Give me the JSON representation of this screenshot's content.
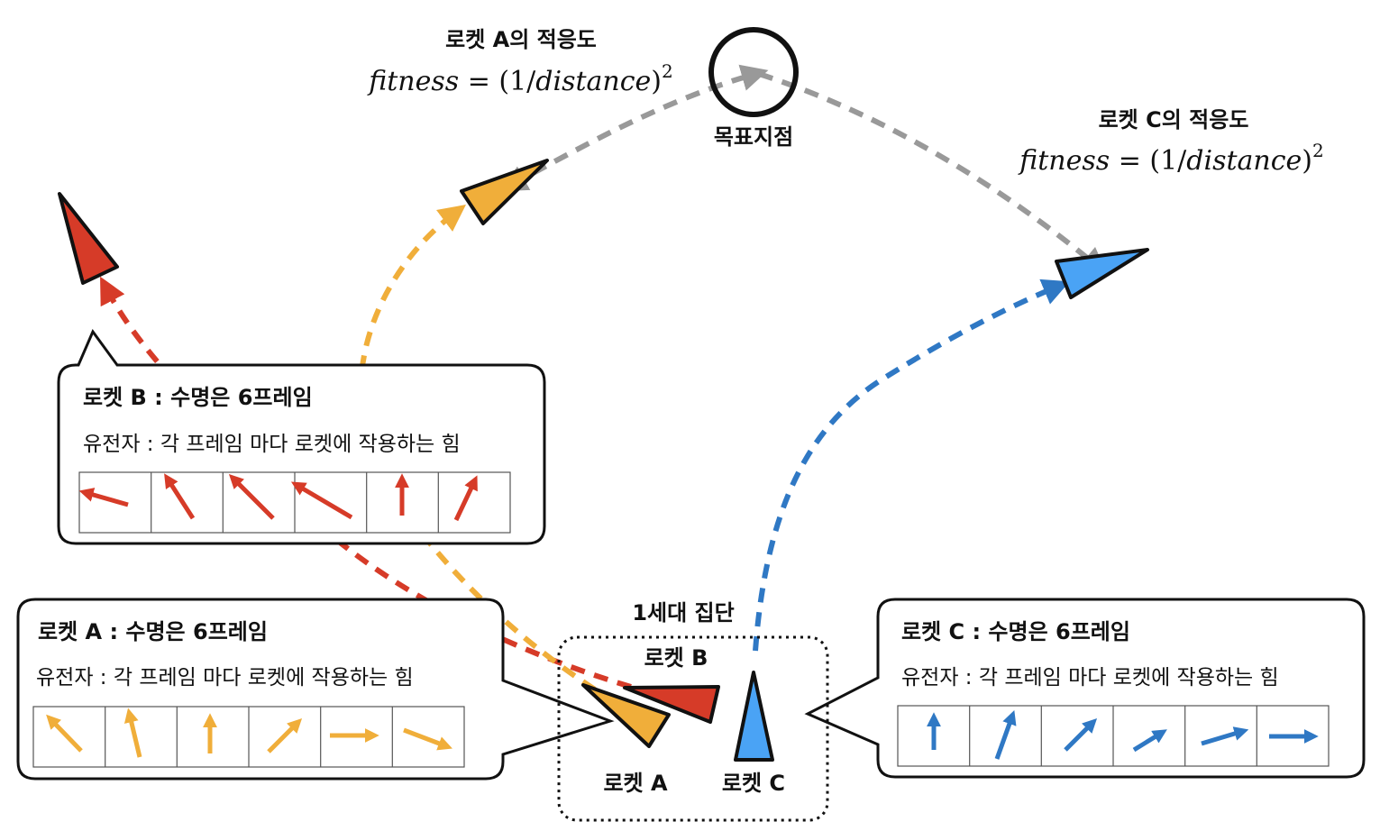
{
  "target": {
    "label": "목표지점",
    "fitness_a_title": "로켓 A의 적응도",
    "fitness_c_title": "로켓 C의 적응도",
    "formula": {
      "var": "fitness",
      "eq": " = (1/",
      "dist": "distance",
      "close": ")",
      "exp": "2"
    }
  },
  "population": {
    "title": "1세대 집단",
    "rocket_a_label": "로켓  A",
    "rocket_b_label": "로켓  B",
    "rocket_c_label": "로켓  C"
  },
  "callouts": {
    "b": {
      "title": "로켓 B : 수명은 6프레임",
      "genes_desc": "유전자 : 각 프레임 마다 로켓에 작용하는 힘",
      "color": "#d63b28",
      "arrows": [
        "west-slightly-up",
        "north-northwest",
        "northwest",
        "northwest-shallow",
        "north",
        "north-northeast"
      ]
    },
    "a": {
      "title": "로켓 A : 수명은 6프레임",
      "genes_desc": "유전자 : 각 프레임 마다 로켓에 작용하는 힘",
      "color": "#f0ae3a",
      "arrows": [
        "northwest",
        "north-slightly-west",
        "north",
        "northeast",
        "east",
        "east-southeast"
      ]
    },
    "c": {
      "title": "로켓 C : 수명은 6프레임",
      "genes_desc": "유전자 : 각 프레임 마다 로켓에 작용하는 힘",
      "color": "#2f78c4",
      "arrows": [
        "north",
        "north-northeast",
        "northeast",
        "northeast-shallow",
        "east-northeast",
        "east"
      ]
    }
  },
  "colors": {
    "rocket_a": "#f0ae3a",
    "rocket_b": "#d63b28",
    "rocket_c": "#4aa3f5",
    "path_a": "#f0ae3a",
    "path_b": "#d63b28",
    "path_c": "#2f78c4",
    "distance_line": "#999999"
  }
}
